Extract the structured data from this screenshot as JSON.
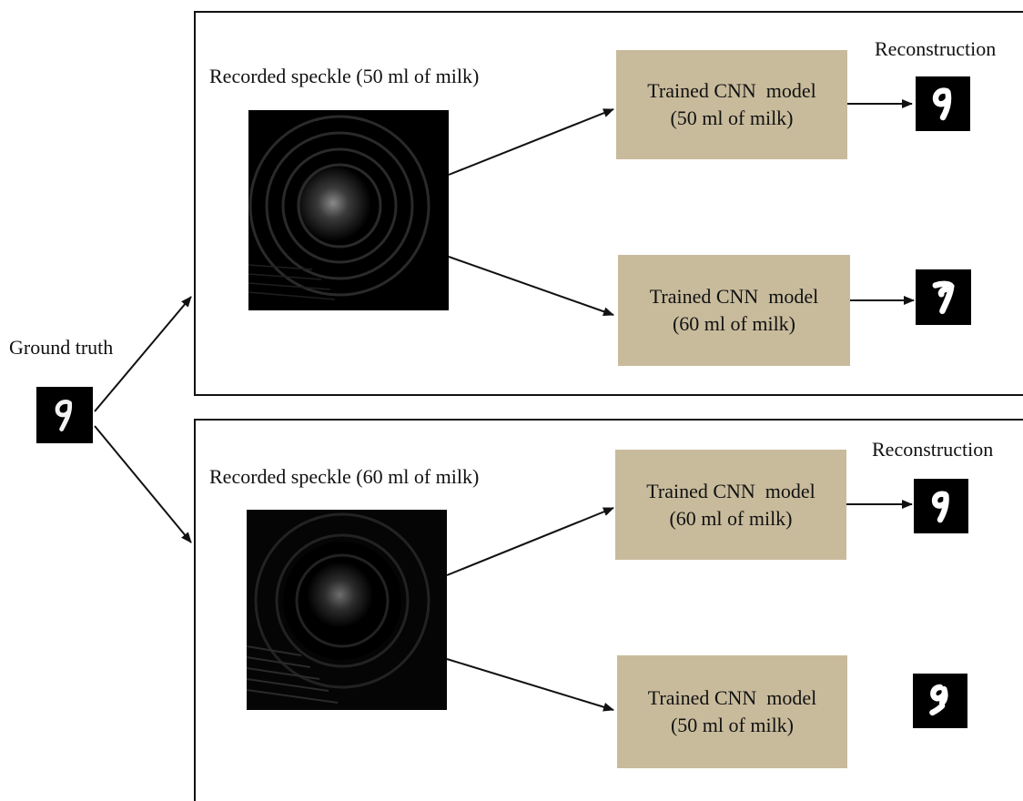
{
  "ground_truth": {
    "label": "Ground truth",
    "digit_icon": "digit-9-icon"
  },
  "panels": [
    {
      "speckle_label": "Recorded speckle (50 ml of milk)",
      "reconstruction_label": "Reconstruction",
      "models": [
        {
          "line1": "Trained CNN  model",
          "line2": "(50 ml of milk)"
        },
        {
          "line1": "Trained CNN  model",
          "line2": "(60 ml of milk)"
        }
      ]
    },
    {
      "speckle_label": "Recorded speckle (60 ml of milk)",
      "reconstruction_label": "Reconstruction",
      "models": [
        {
          "line1": "Trained CNN  model",
          "line2": "(60 ml of milk)"
        },
        {
          "line1": "Trained CNN  model",
          "line2": "(50 ml of milk)"
        }
      ]
    }
  ],
  "colors": {
    "model_box": "#c8bb9c",
    "stroke": "#111111",
    "image_bg": "#000000"
  }
}
